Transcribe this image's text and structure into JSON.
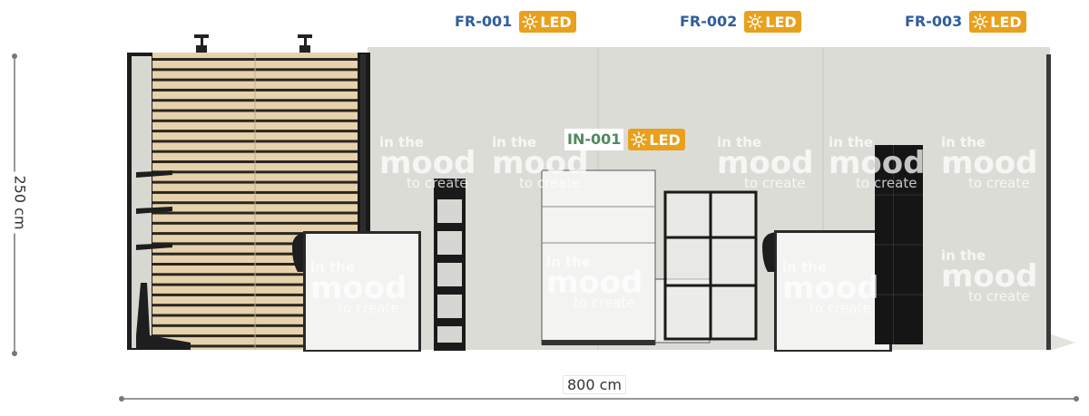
{
  "dimensions": {
    "height_label": "250 cm",
    "width_label": "800 cm"
  },
  "tags": [
    {
      "code": "FR-001",
      "led_label": "LED",
      "color": "#2e5e9e"
    },
    {
      "code": "FR-002",
      "led_label": "LED",
      "color": "#2e5e9e"
    },
    {
      "code": "FR-003",
      "led_label": "LED",
      "color": "#2e5e9e"
    },
    {
      "code": "IN-001",
      "led_label": "LED",
      "color": "#4f8a5c"
    }
  ],
  "watermark": {
    "line1": "in the",
    "line2": "mood",
    "line3": "to create"
  },
  "colors": {
    "led_badge": "#e9a01c",
    "wall": "#dcdcd7",
    "floor": "#e4e2dc",
    "slat_wood": "#e6d2ad",
    "frame": "#1a1a1a"
  },
  "icons": {
    "led": "sun-icon"
  }
}
